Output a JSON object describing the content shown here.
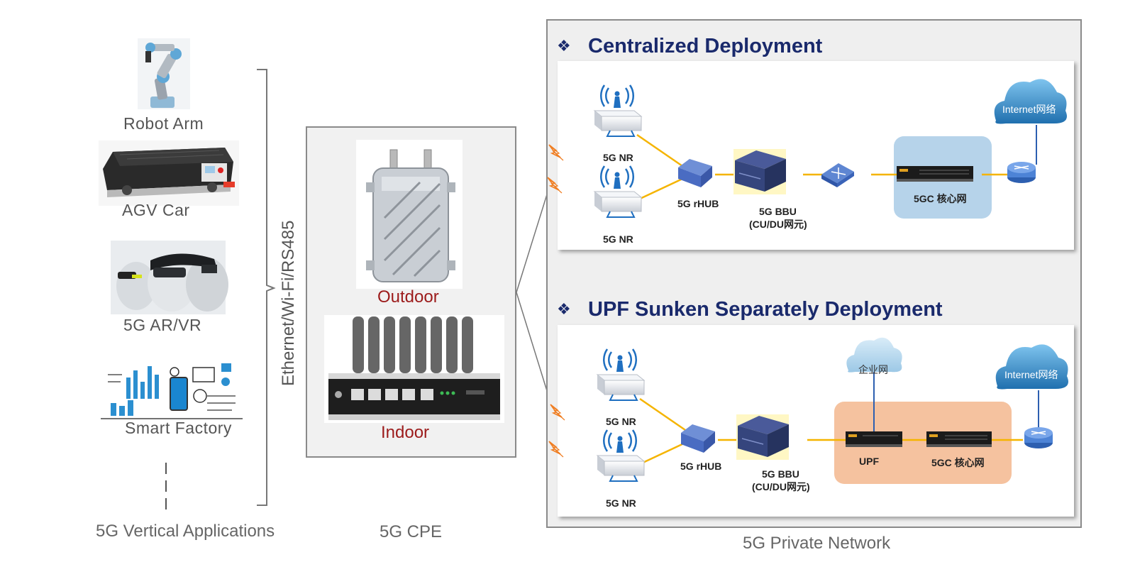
{
  "applications": {
    "items": [
      {
        "label": "Robot Arm"
      },
      {
        "label": "AGV Car"
      },
      {
        "label": "5G AR/VR"
      },
      {
        "label": "Smart Factory"
      }
    ],
    "caption": "5G Vertical Applications"
  },
  "link_label": "Ethernet/Wi-Fi/RS485",
  "cpe": {
    "outdoor_label": "Outdoor",
    "indoor_label": "Indoor",
    "caption": "5G CPE"
  },
  "network": {
    "caption": "5G Private Network",
    "centralized": {
      "title": "Centralized Deployment",
      "nr_top": "5G NR",
      "nr_bottom": "5G NR",
      "rhub": "5G rHUB",
      "bbu_line1": "5G BBU",
      "bbu_line2": "(CU/DU网元)",
      "core": "5GC 核心网",
      "internet": "Internet网络"
    },
    "upf": {
      "title": "UPF Sunken Separately Deployment",
      "nr_top": "5G NR",
      "nr_bottom": "5G NR",
      "rhub": "5G rHUB",
      "bbu_line1": "5G BBU",
      "bbu_line2": "(CU/DU网元)",
      "upf": "UPF",
      "core": "5GC 核心网",
      "enterprise": "企业网",
      "internet": "Internet网络"
    }
  },
  "colors": {
    "title": "#1a2a6c",
    "cpe_label": "#9c1b1b",
    "link_line": "#f5b400",
    "core_blue": "#b6d3ea",
    "core_orange": "#f5c29f",
    "cloud": "#4f9dd4"
  }
}
